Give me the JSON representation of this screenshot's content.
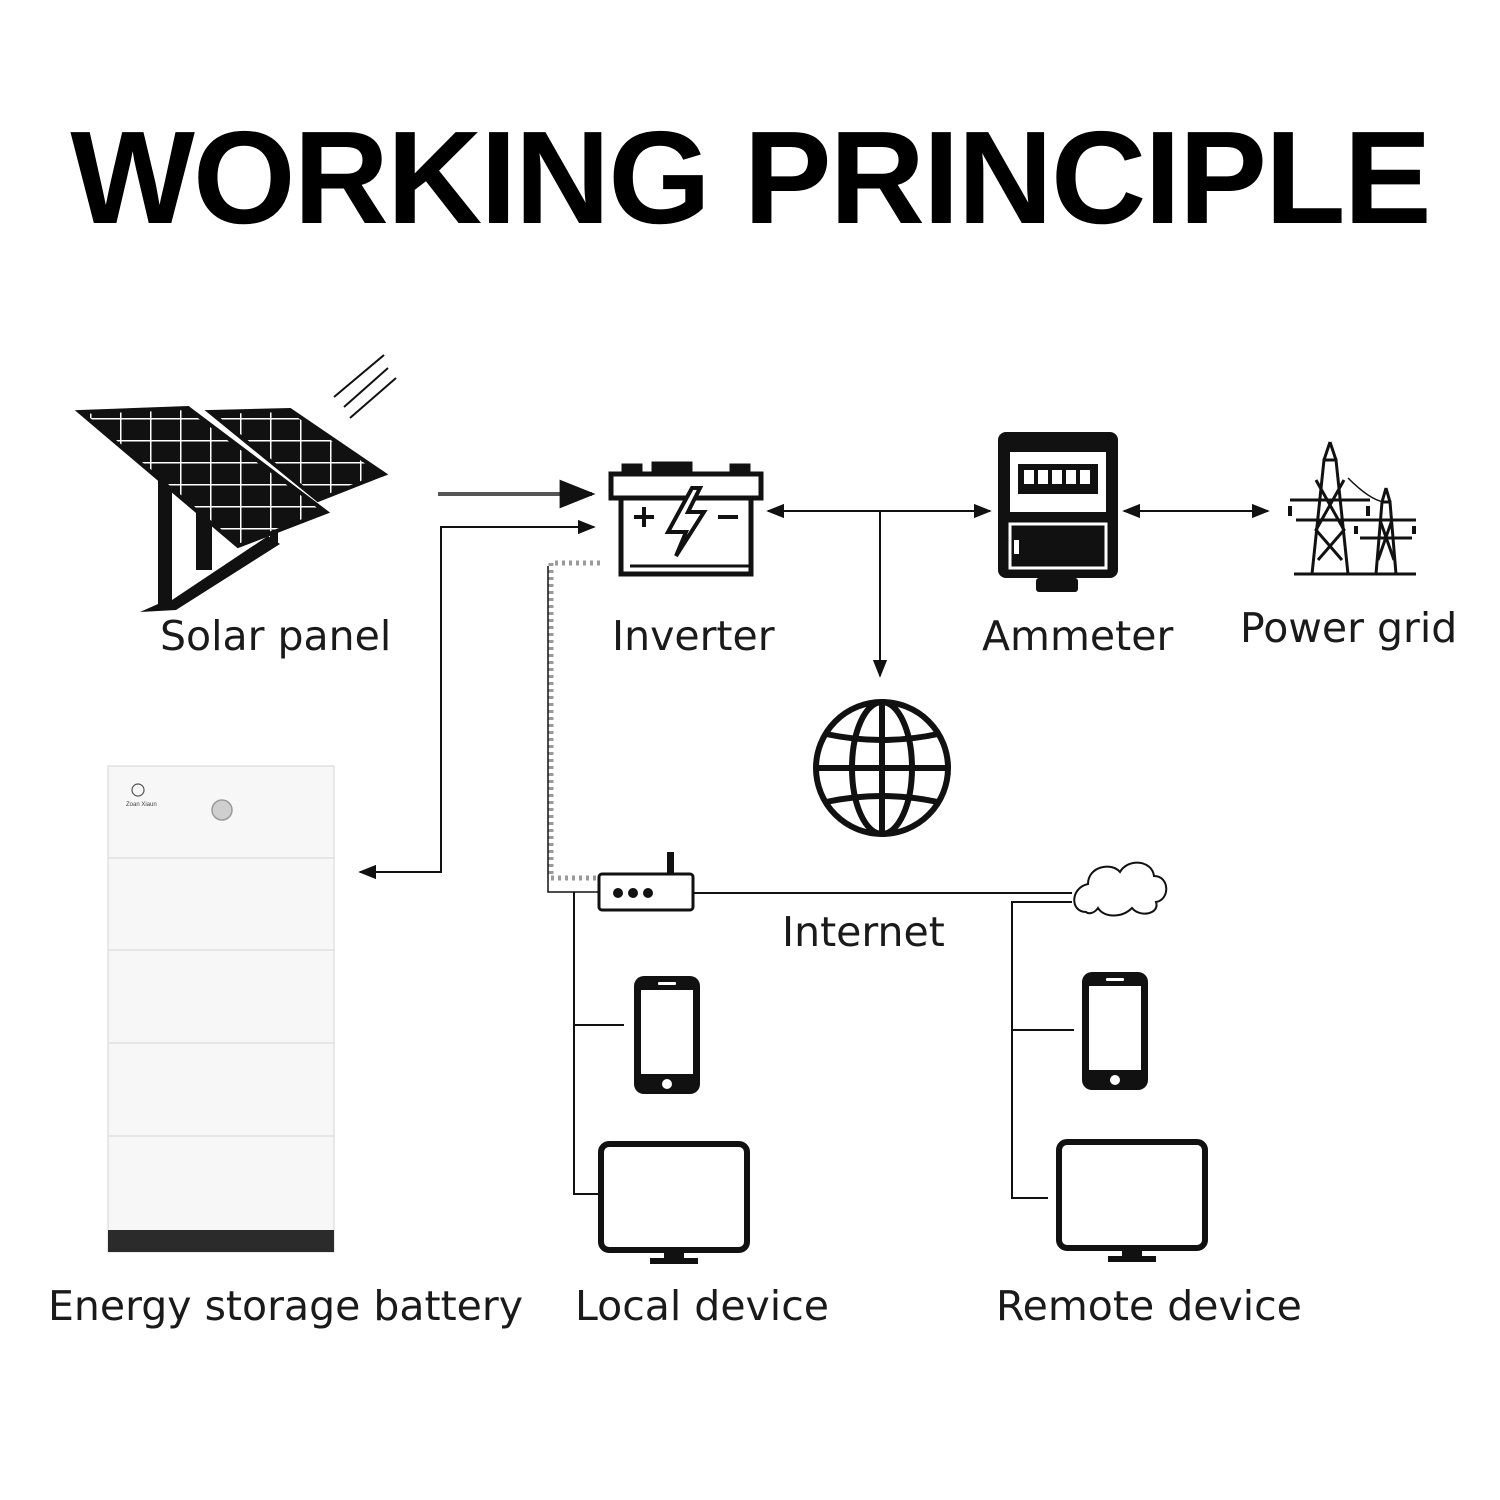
{
  "title": "WORKING PRINCIPLE",
  "labels": {
    "solar_panel": "Solar panel",
    "inverter": "Inverter",
    "ammeter": "Ammeter",
    "power_grid": "Power grid",
    "battery": "Energy storage battery",
    "local_device": "Local device",
    "remote_device": "Remote device",
    "internet": "Internet"
  },
  "battery_brand": "Zoan Xiaun",
  "icons": {
    "solar": "solar-panel-icon",
    "inverter": "battery-inverter-icon",
    "ammeter": "electric-meter-icon",
    "grid": "power-tower-icon",
    "globe": "globe-icon",
    "router": "router-icon",
    "cloud": "cloud-icon",
    "phone": "smartphone-icon",
    "monitor": "monitor-icon"
  },
  "colors": {
    "ink": "#111111",
    "battery_body": "#f7f7f7",
    "battery_base": "#2b2b2b"
  }
}
